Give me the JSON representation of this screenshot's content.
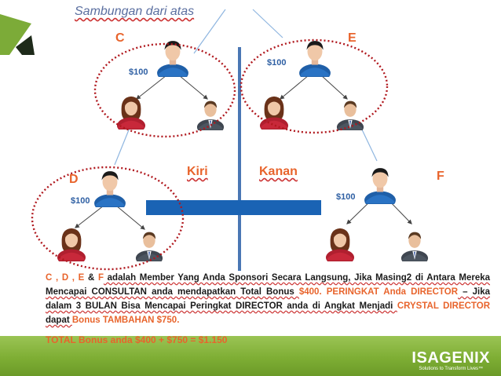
{
  "subtitle": "Sambungan dari atas",
  "labels": {
    "c": "C",
    "e": "E",
    "d": "D",
    "f": "F",
    "left": "Kiri",
    "right": "Kanan"
  },
  "amounts": {
    "c": "$100",
    "e": "$100",
    "d": "$100",
    "f": "$100"
  },
  "body": {
    "s1": "C , D , E",
    "s2": " & ",
    "s3": "F",
    "s4": " adalah Member Yang Anda Sponsori Secara Langsung, Jika Masing2 di Antara Mereka Mencapai CONSULTAN anda mendapatkan Total Bonus ",
    "s5": "$400.",
    "s6": "   PERINGKAT Anda DIRECTOR",
    "s7": " – Jika dalam 3 BULAN Bisa Mencapai Peringkat DIRECTOR anda di Angkat Menjadi ",
    "s8": "CRYSTAL DIRECTOR",
    "s9": " dapat ",
    "s10": "Bonus TAMBAHAN $750."
  },
  "total": "TOTAL Bonus anda $400 + $750 = $1.150",
  "logo": {
    "word": "ISAGENIX",
    "tagline": "Solutions to Transform Lives™"
  },
  "colors": {
    "orange": "#e8642c",
    "blue_accent": "#2e5fa3",
    "green_band": "#7eae34",
    "circle": "#b0181e"
  }
}
